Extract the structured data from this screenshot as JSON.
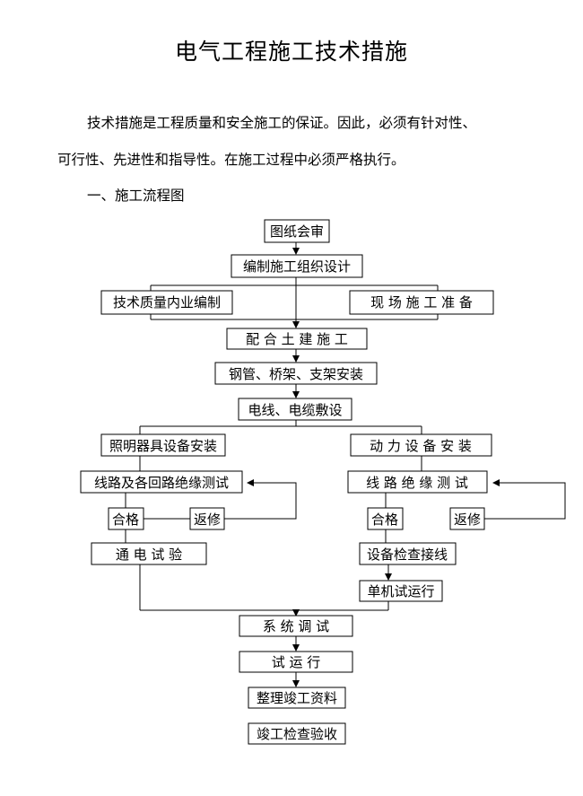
{
  "title": "电气工程施工技术措施",
  "intro_line_1": "技术措施是工程质量和安全施工的保证。因此，必须有针对性、",
  "intro_line_2": "可行性、先进性和指导性。在施工过程中必须严格执行。",
  "section_heading": "一、施工流程图",
  "flowchart": {
    "drawings_review": "图纸会审",
    "construction_plan": "编制施工组织设计",
    "tech_quality_docs": "技术质量内业编制",
    "site_preparation": "现 场 施 工 准 备",
    "civil_coordination": "配 合 土 建 施 工",
    "conduit_install": "钢管、桥架、支架安装",
    "cable_laying": "电线、电缆敷设",
    "lighting_install": "照明器具设备安装",
    "power_install": "动 力 设 备 安 装",
    "circuit_insulation_test": "线路及各回路绝缘测试",
    "line_insulation_test": "线 路 绝 缘 测 试",
    "pass_left": "合格",
    "rework_left": "返修",
    "pass_right": "合格",
    "rework_right": "返修",
    "power_on_test": "通 电 试 验",
    "equipment_check": "设备检查接线",
    "single_trial_run": "单机试运行",
    "system_debug": "系 统 调 试",
    "trial_run": "试 运 行",
    "completion_docs": "整理竣工资料",
    "final_acceptance": "竣工检查验收"
  }
}
